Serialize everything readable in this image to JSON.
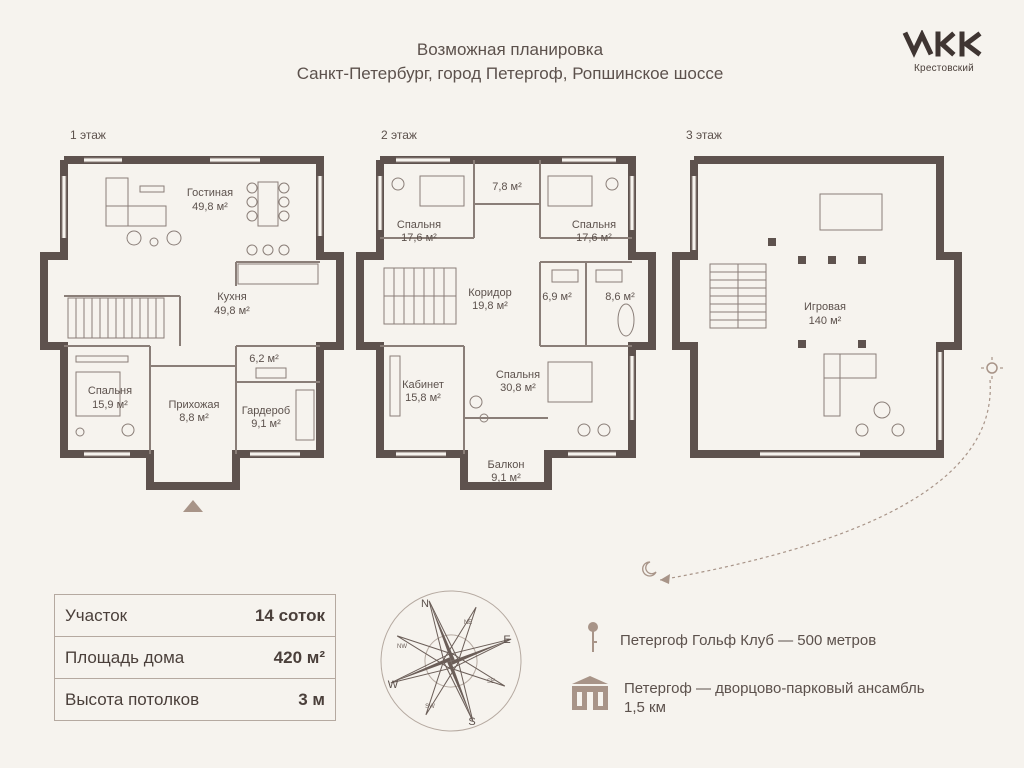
{
  "header": {
    "title_line1": "Возможная планировка",
    "title_line2": "Санкт-Петербург, город Петергоф, Ропшинское шоссе"
  },
  "logo": {
    "name": "Крестовский",
    "icon": "ikk-logo-icon"
  },
  "floors": [
    {
      "label": "1 этаж"
    },
    {
      "label": "2 этаж"
    },
    {
      "label": "3 этаж"
    }
  ],
  "rooms": {
    "f1": [
      {
        "name": "Гостиная",
        "area": "49,8 м²"
      },
      {
        "name": "Кухня",
        "area": "49,8 м²"
      },
      {
        "name": "",
        "area": "6,2 м²"
      },
      {
        "name": "Спальня",
        "area": "15,9 м²"
      },
      {
        "name": "Прихожая",
        "area": "8,8 м²"
      },
      {
        "name": "Гардероб",
        "area": "9,1 м²"
      }
    ],
    "f2": [
      {
        "name": "",
        "area": "7,8 м²"
      },
      {
        "name": "Спальня",
        "area": "17,6 м²"
      },
      {
        "name": "Спальня",
        "area": "17,6 м²"
      },
      {
        "name": "Коридор",
        "area": "19,8 м²"
      },
      {
        "name": "",
        "area": "6,9 м²"
      },
      {
        "name": "",
        "area": "8,6 м²"
      },
      {
        "name": "Кабинет",
        "area": "15,8 м²"
      },
      {
        "name": "Спальня",
        "area": "30,8 м²"
      },
      {
        "name": "Балкон",
        "area": "9,1 м²"
      }
    ],
    "f3": [
      {
        "name": "Игровая",
        "area": "140 м²"
      }
    ]
  },
  "stats": [
    {
      "label": "Участок",
      "value": "14 соток"
    },
    {
      "label": "Площадь дома",
      "value": "420 м²"
    },
    {
      "label": "Высота потолков",
      "value": "3 м"
    }
  ],
  "compass": {
    "labels": {
      "n": "N",
      "s": "S",
      "e": "E",
      "w": "W",
      "ne": "NE",
      "nw": "NW",
      "se": "SE",
      "sw": "SW"
    }
  },
  "poi": [
    {
      "icon": "golf-pin-icon",
      "text": "Петергоф Гольф Клуб — 500 метров"
    },
    {
      "icon": "palace-icon",
      "text": "Петергоф — дворцово-парковый ансамбль 1,5 км"
    }
  ],
  "sun_path": {
    "icons": [
      "sun-icon",
      "moon-icon"
    ]
  },
  "colors": {
    "wall": "#5e524e",
    "line": "#8a7e78",
    "text": "#5c514c",
    "background": "#f6f3ee",
    "accent": "#a89488"
  }
}
